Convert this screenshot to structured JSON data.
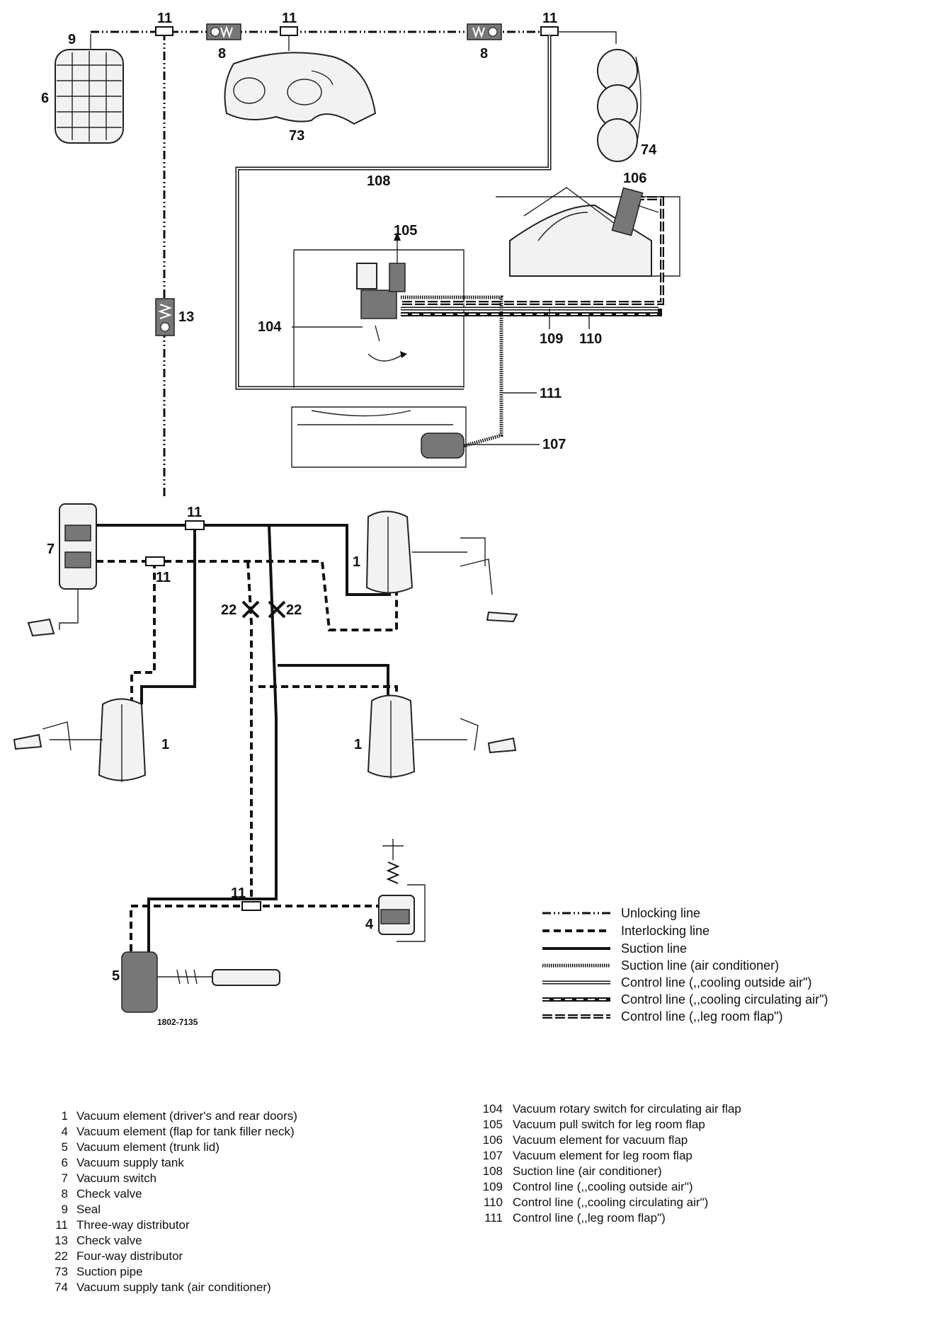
{
  "callouts": {
    "c9": "9",
    "c6": "6",
    "c11a": "11",
    "c11b": "11",
    "c11c": "11",
    "c11d": "11",
    "c11e": "11",
    "c11f": "11",
    "c8a": "8",
    "c8b": "8",
    "c73": "73",
    "c74": "74",
    "c108": "108",
    "c106": "106",
    "c105": "105",
    "c104": "104",
    "c109": "109",
    "c110": "110",
    "c111": "111",
    "c107": "107",
    "c13": "13",
    "c7": "7",
    "c22a": "22",
    "c22b": "22",
    "c1a": "1",
    "c1b": "1",
    "c1c": "1",
    "c4": "4",
    "c5": "5",
    "figure_code": "1802-7135"
  },
  "legend": [
    {
      "label": "Unlocking line",
      "style": "unlocking"
    },
    {
      "label": "Interlocking line",
      "style": "interlocking"
    },
    {
      "label": "Suction line",
      "style": "suction"
    },
    {
      "label": "Suction line (air conditioner)",
      "style": "suction-ac"
    },
    {
      "label": "Control line (,,cooling outside air\")",
      "style": "control-outside"
    },
    {
      "label": "Control line (,,cooling circulating air\")",
      "style": "control-circulating"
    },
    {
      "label": "Control line (,,leg room flap\")",
      "style": "control-legroom"
    }
  ],
  "key_left": [
    {
      "num": "1",
      "text": "Vacuum element (driver's and rear doors)"
    },
    {
      "num": "4",
      "text": "Vacuum element (flap for tank filler neck)"
    },
    {
      "num": "5",
      "text": "Vacuum element (trunk lid)"
    },
    {
      "num": "6",
      "text": "Vacuum supply tank"
    },
    {
      "num": "7",
      "text": "Vacuum switch"
    },
    {
      "num": "8",
      "text": "Check valve"
    },
    {
      "num": "9",
      "text": "Seal"
    },
    {
      "num": "11",
      "text": "Three-way distributor"
    },
    {
      "num": "13",
      "text": "Check valve"
    },
    {
      "num": "22",
      "text": "Four-way distributor"
    },
    {
      "num": "73",
      "text": "Suction pipe"
    },
    {
      "num": "74",
      "text": "Vacuum supply tank (air conditioner)"
    }
  ],
  "key_right": [
    {
      "num": "104",
      "text": "Vacuum rotary switch for circulating air flap"
    },
    {
      "num": "105",
      "text": "Vacuum pull switch for leg room flap"
    },
    {
      "num": "106",
      "text": "Vacuum element for vacuum flap"
    },
    {
      "num": "107",
      "text": "Vacuum element for leg room flap"
    },
    {
      "num": "108",
      "text": "Suction line (air conditioner)"
    },
    {
      "num": "109",
      "text": "Control line (,,cooling outside air\")"
    },
    {
      "num": "110",
      "text": "Control line (,,cooling circulating air\")"
    },
    {
      "num": "111",
      "text": "Control line (,,leg room flap\")"
    }
  ]
}
